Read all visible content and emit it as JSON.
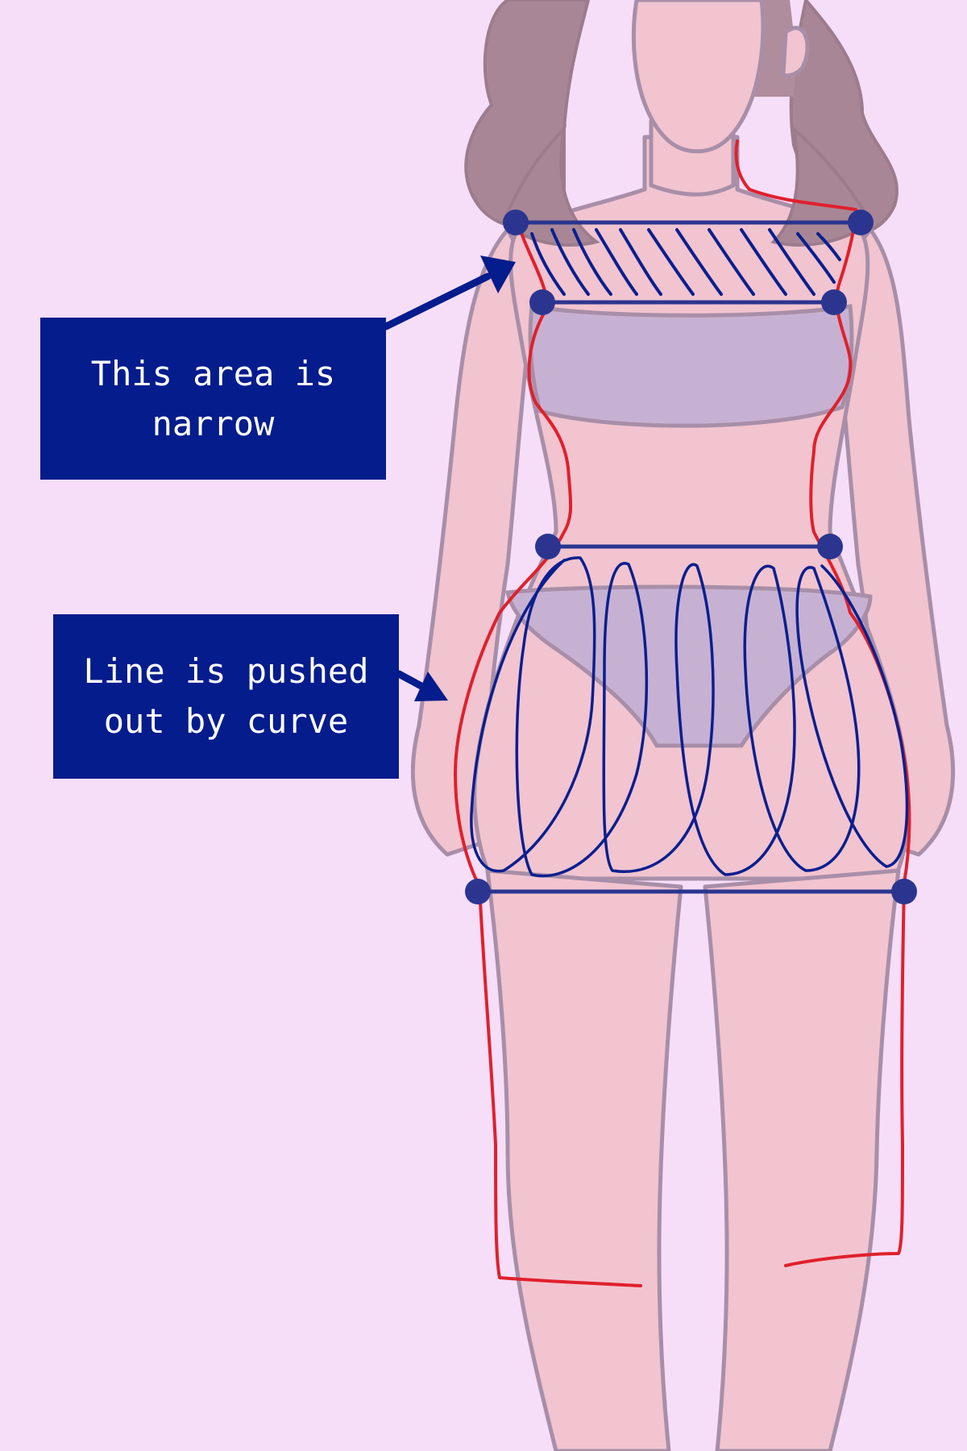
{
  "colors": {
    "background": "#f6def8",
    "callout_bg": "#041c8c",
    "callout_text": "#ffffff",
    "outline_red": "#e0202c",
    "scribble_blue": "#0a1f8f",
    "marker_navy": "#2b3590",
    "skin": "#f1c4cf",
    "skin_outline": "#a88ea8",
    "hair": "#a88695",
    "underwear": "#c7b1d2"
  },
  "callouts": {
    "narrow": {
      "line1": "This area is",
      "line2": "narrow"
    },
    "curve": {
      "line1": "Line is pushed",
      "line2": "out by curve"
    }
  },
  "icons": {
    "arrow_narrow": "arrow-icon",
    "arrow_curve": "arrow-icon",
    "marker": "dot-marker-icon"
  }
}
